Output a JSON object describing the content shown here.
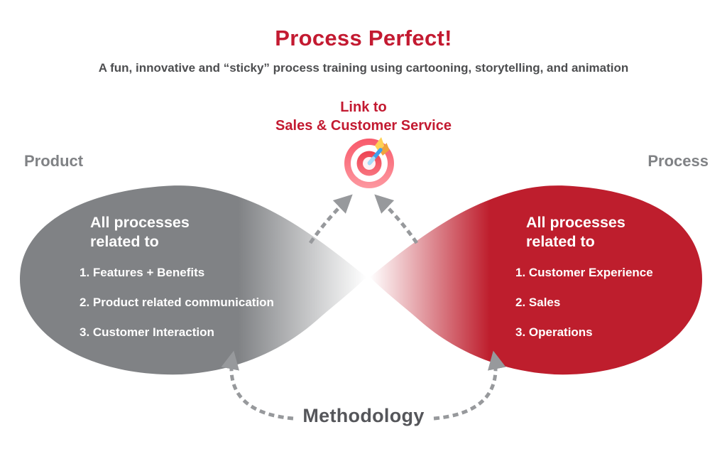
{
  "header": {
    "title": "Process Perfect!",
    "subtitle": "A fun, innovative and “sticky” process training using cartooning, storytelling, and animation"
  },
  "link_callout": {
    "line1": "Link to",
    "line2": "Sales & Customer Service"
  },
  "icons": {
    "target": "bullseye-target-with-dart"
  },
  "side_labels": {
    "left": "Product",
    "right": "Process"
  },
  "left_blob": {
    "heading": "All processes related to",
    "items": [
      "1. Features + Benefits",
      "2. Product related communication",
      "3. Customer Interaction"
    ]
  },
  "right_blob": {
    "heading": "All processes related to",
    "items": [
      "1. Customer Experience",
      "2. Sales",
      "3. Operations"
    ]
  },
  "footer": {
    "methodology": "Methodology"
  },
  "colors": {
    "accent_red": "#c31a31",
    "blob_red": "#be1e2d",
    "blob_gray": "#808285",
    "subtitle_gray": "#4d4e50",
    "methodology_gray": "#55565a",
    "arrow_gray": "#97999c",
    "text_on_blob": "#ffffff",
    "dart_blue": "#3fa1ec",
    "fletching_yellow": "#ffd155",
    "fletching_orange": "#f0a33c"
  }
}
